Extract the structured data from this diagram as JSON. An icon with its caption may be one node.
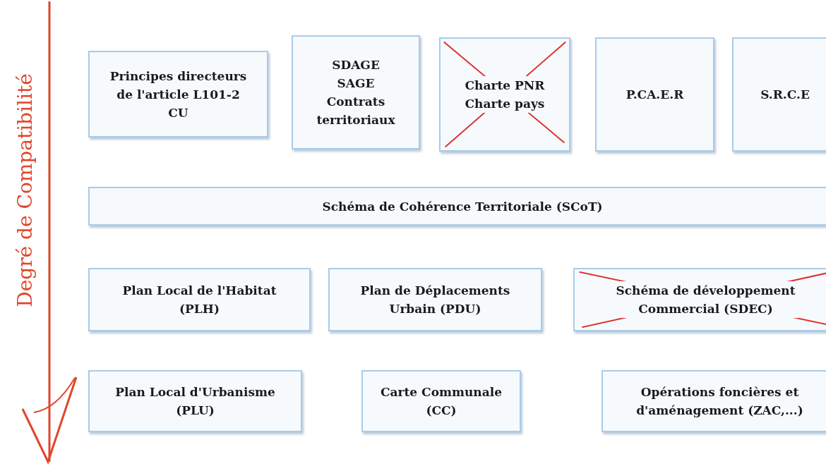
{
  "diagram": {
    "nodes": [
      {
        "text": [
          "Principes directeurs de l'article L101-2 CU"
        ]
      },
      {
        "text": [
          "SDAGE SAGE Contrats territoriaux"
        ]
      },
      {
        "text": [
          "Charte PNR Charte pays"
        ]
      },
      {
        "text": [
          "P.CA.E.R"
        ]
      },
      {
        "text": [
          "S.R.C.E"
        ]
      },
      {
        "text": [
          "Schéma de Cohérence Territoriale (SCoT)"
        ]
      },
      {
        "text": [
          "Plan Local de l'Habitat (PLH)"
        ]
      },
      {
        "text": [
          "Plan de Déplacements Urbain (PDU)"
        ]
      },
      {
        "text": [
          "Schéma de développement Commercial (SDEC)"
        ]
      },
      {
        "text": [
          "Plan Local d'Urbanisme (PLU)"
        ]
      },
      {
        "text": [
          "Carte Communale (CC)"
        ]
      },
      {
        "text": [
          "Opérations foncières et d'aménagement (ZAC,...)"
        ]
      }
    ],
    "labels": [
      "Degré de Compatibilité"
    ]
  }
}
